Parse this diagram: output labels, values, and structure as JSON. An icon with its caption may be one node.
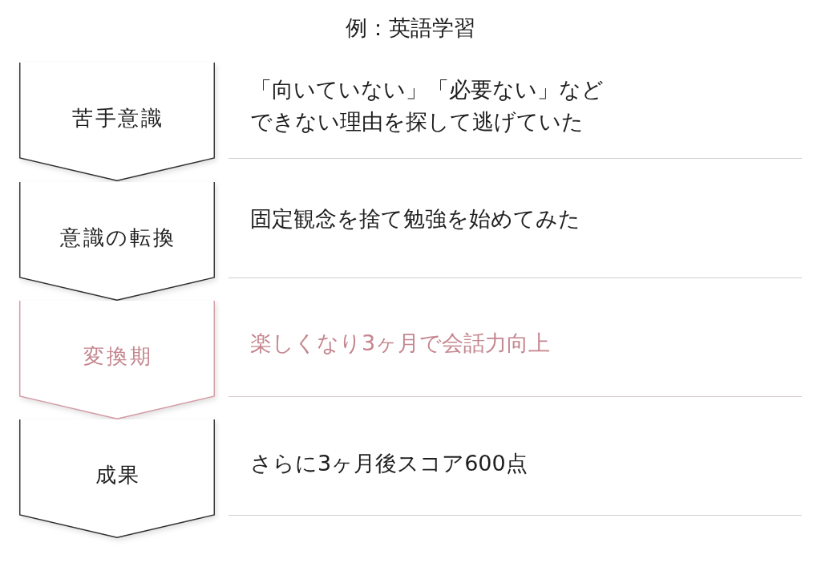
{
  "diagram": {
    "title": "例：英語学習",
    "nodes": [
      {
        "text": [
          "苦手意識"
        ],
        "beside": [
          "「向いていない」「必要ない」などできない理由を探して逃げていた"
        ]
      },
      {
        "text": [
          "意識の転換"
        ],
        "beside": [
          "固定観念を捨て勉強を始めてみた"
        ]
      },
      {
        "text": [
          "変換期"
        ],
        "beside": [
          "楽しくなり3ヶ月で会話力向上"
        ]
      },
      {
        "text": [
          "成果"
        ],
        "beside": [
          "さらに3ヶ月後スコア600点"
        ]
      }
    ]
  }
}
